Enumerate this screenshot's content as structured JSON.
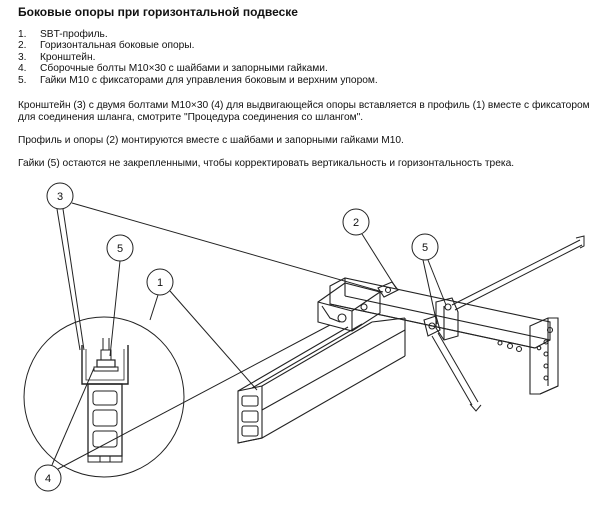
{
  "title": "Боковые опоры при горизонтальной подвеске",
  "items": [
    {
      "num": "1.",
      "text": "SBT-профиль."
    },
    {
      "num": "2.",
      "text": "Горизонтальная боковые опоры."
    },
    {
      "num": "3.",
      "text": "Кронштейн."
    },
    {
      "num": "4.",
      "text": "Сборочные болты M10×30 с шайбами и запорными гайками."
    },
    {
      "num": "5.",
      "text": "Гайки M10 с фиксаторами для управления боковым и верхним упором."
    }
  ],
  "paragraphs": {
    "p1": "Кронштейн (3) с двумя болтами M10×30 (4) для выдвигающейся опоры вставляется в профиль (1) вместе с фиксатором для соединения шланга, смотрите \"Процедура соединения со шлангом\".",
    "p2": "Профиль и опоры (2) монтируются вместе с шайбами и запорными гайками M10.",
    "p3": "Гайки (5) остаются не закрепленными, чтобы корректировать вертикальность и горизонтальность трека."
  },
  "callouts": {
    "c3": "3",
    "c5_left": "5",
    "c1": "1",
    "c4": "4",
    "c2": "2",
    "c5_right": "5"
  }
}
